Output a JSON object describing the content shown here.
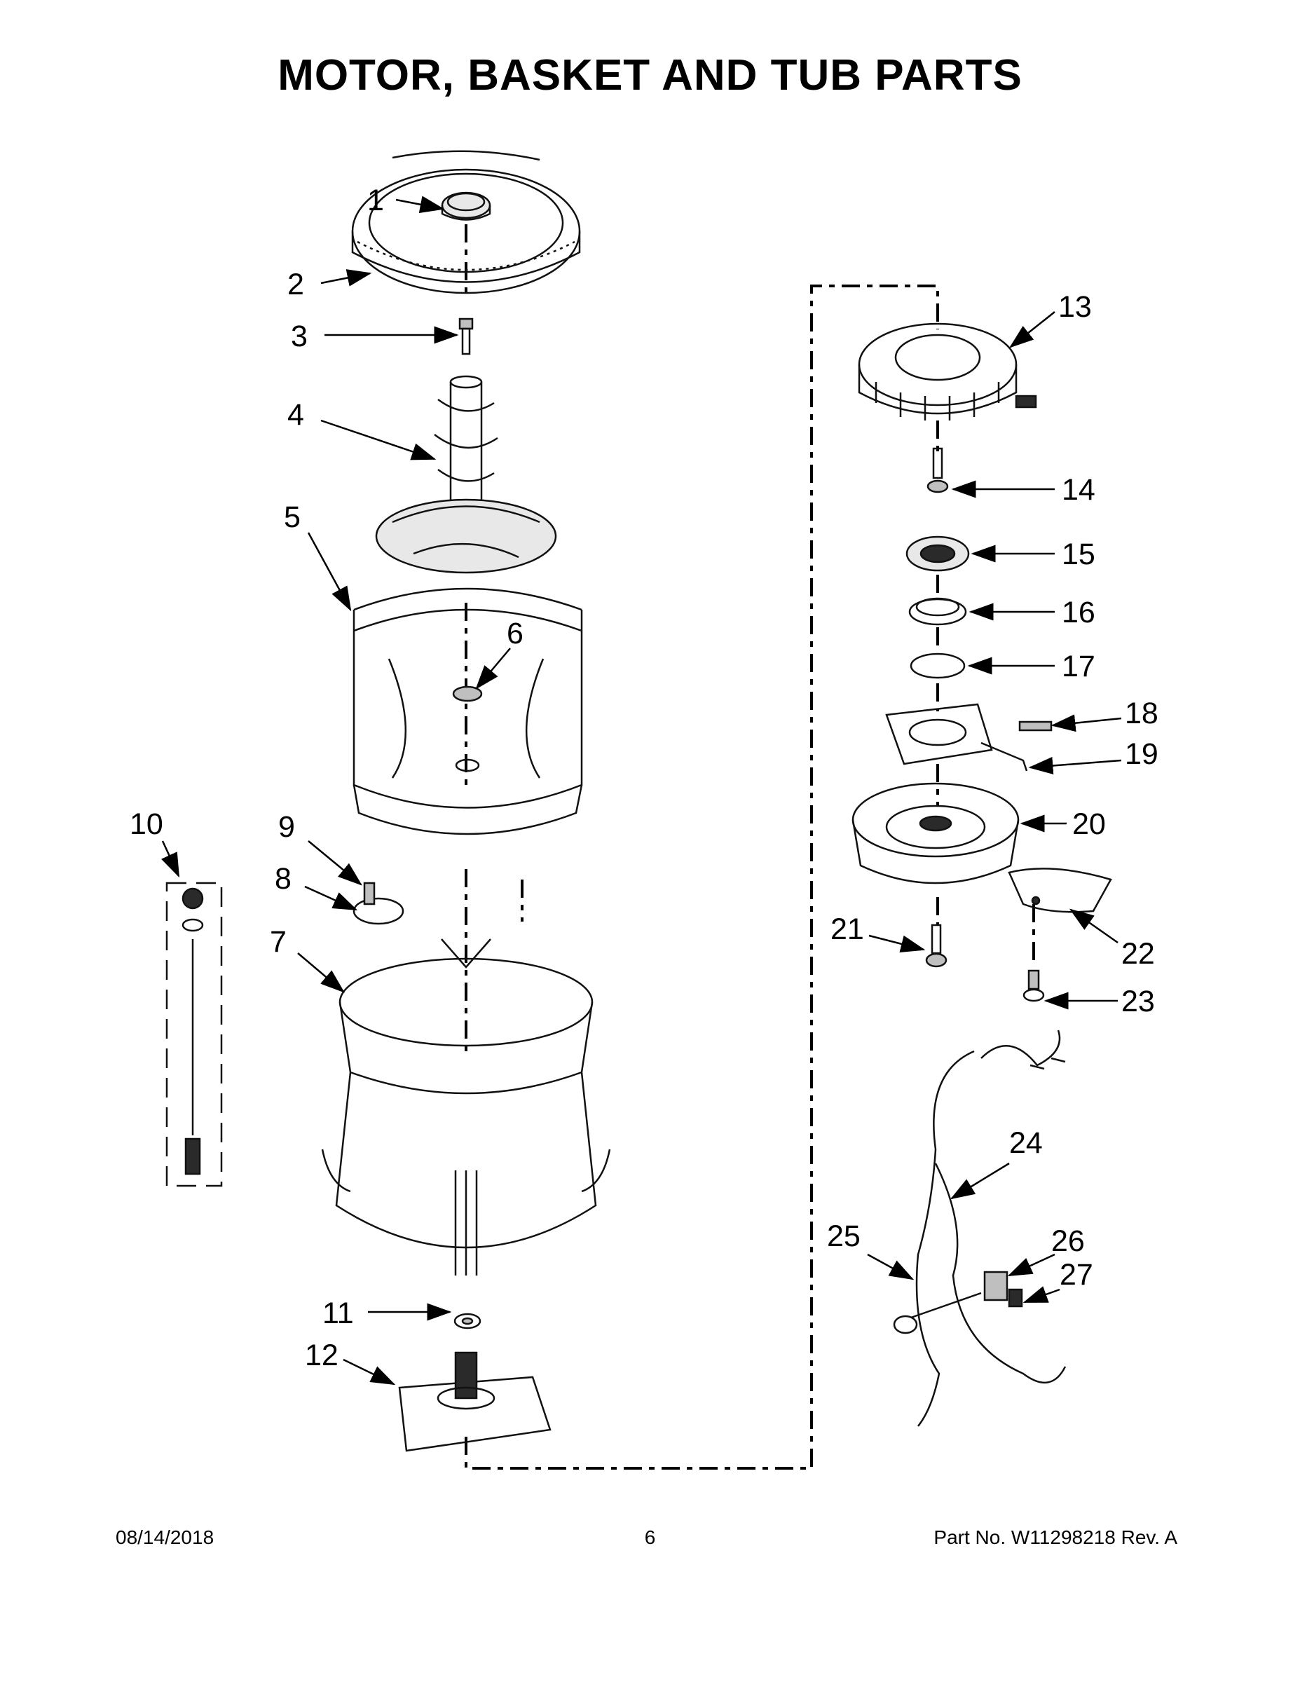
{
  "title": "MOTOR, BASKET AND TUB PARTS",
  "footer": {
    "date": "08/14/2018",
    "page": "6",
    "part_no": "Part No.  W11298218  Rev.  A"
  },
  "callouts": [
    "1",
    "2",
    "3",
    "4",
    "5",
    "6",
    "7",
    "8",
    "9",
    "10",
    "11",
    "12",
    "13",
    "14",
    "15",
    "16",
    "17",
    "18",
    "19",
    "20",
    "21",
    "22",
    "23",
    "24",
    "25",
    "26",
    "27"
  ]
}
